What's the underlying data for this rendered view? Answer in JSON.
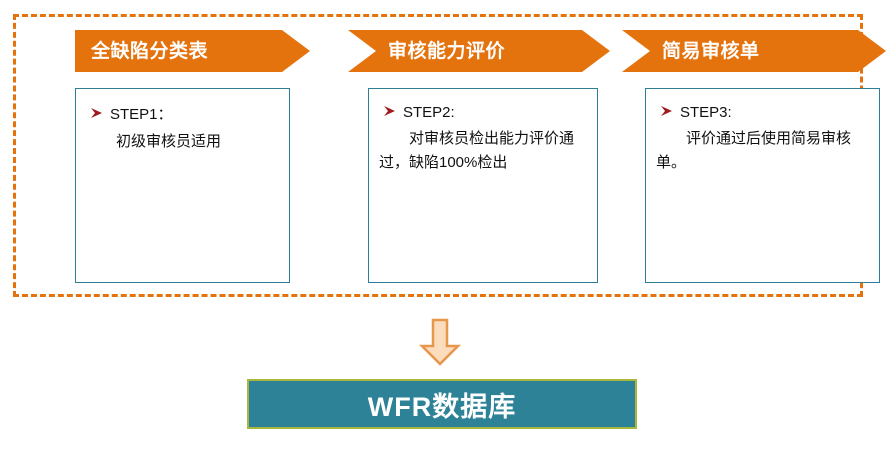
{
  "frame": {
    "border_color": "#E4730E",
    "style": "dashed"
  },
  "steps": [
    {
      "banner_label": "全缺陷分类表",
      "step_title": "STEP1：",
      "step_body": "初级审核员适用"
    },
    {
      "banner_label": "审核能力评价",
      "step_title": "STEP2:",
      "step_body": "对审核员检出能力评价通过，缺陷100%检出"
    },
    {
      "banner_label": "简易审核单",
      "step_title": "STEP3:",
      "step_body": "评价通过后使用简易审核单。"
    }
  ],
  "flow": {
    "arrow_icon": "down-arrow-icon",
    "arrow_fill": "#FBDCBC",
    "arrow_stroke": "#E8964A"
  },
  "footer": {
    "label": "WFR数据库",
    "fill": "#2E8298",
    "border": "#A8B83C"
  },
  "colors": {
    "banner": "#E4730E",
    "panel_border": "#2E7E96",
    "bullet": "#9E1B22"
  }
}
